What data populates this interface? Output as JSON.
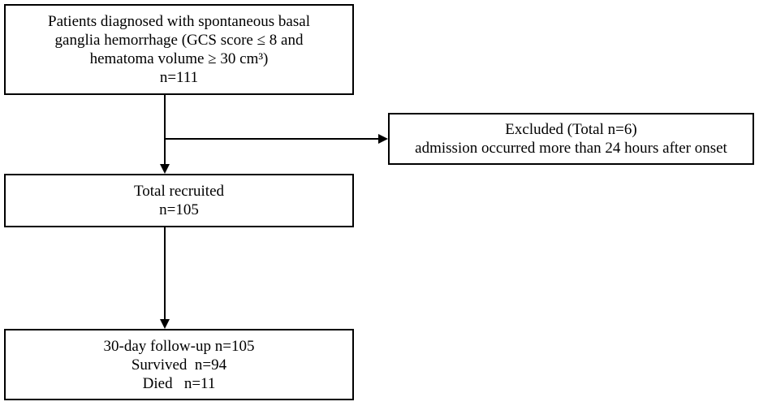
{
  "boxes": {
    "start": {
      "lines": [
        "Patients diagnosed with spontaneous basal",
        "ganglia hemorrhage (GCS score ≤ 8 and",
        "hematoma volume ≥ 30 cm³)",
        "n=111"
      ]
    },
    "excluded": {
      "lines": [
        "Excluded (Total n=6)",
        "admission occurred more than 24 hours after onset"
      ]
    },
    "recruited": {
      "lines": [
        "Total recruited",
        "n=105"
      ]
    },
    "followup": {
      "lines": [
        "30-day follow-up n=105",
        "Survived  n=94",
        "Died   n=11"
      ]
    }
  },
  "colors": {
    "stroke": "#000000",
    "background": "#ffffff"
  }
}
